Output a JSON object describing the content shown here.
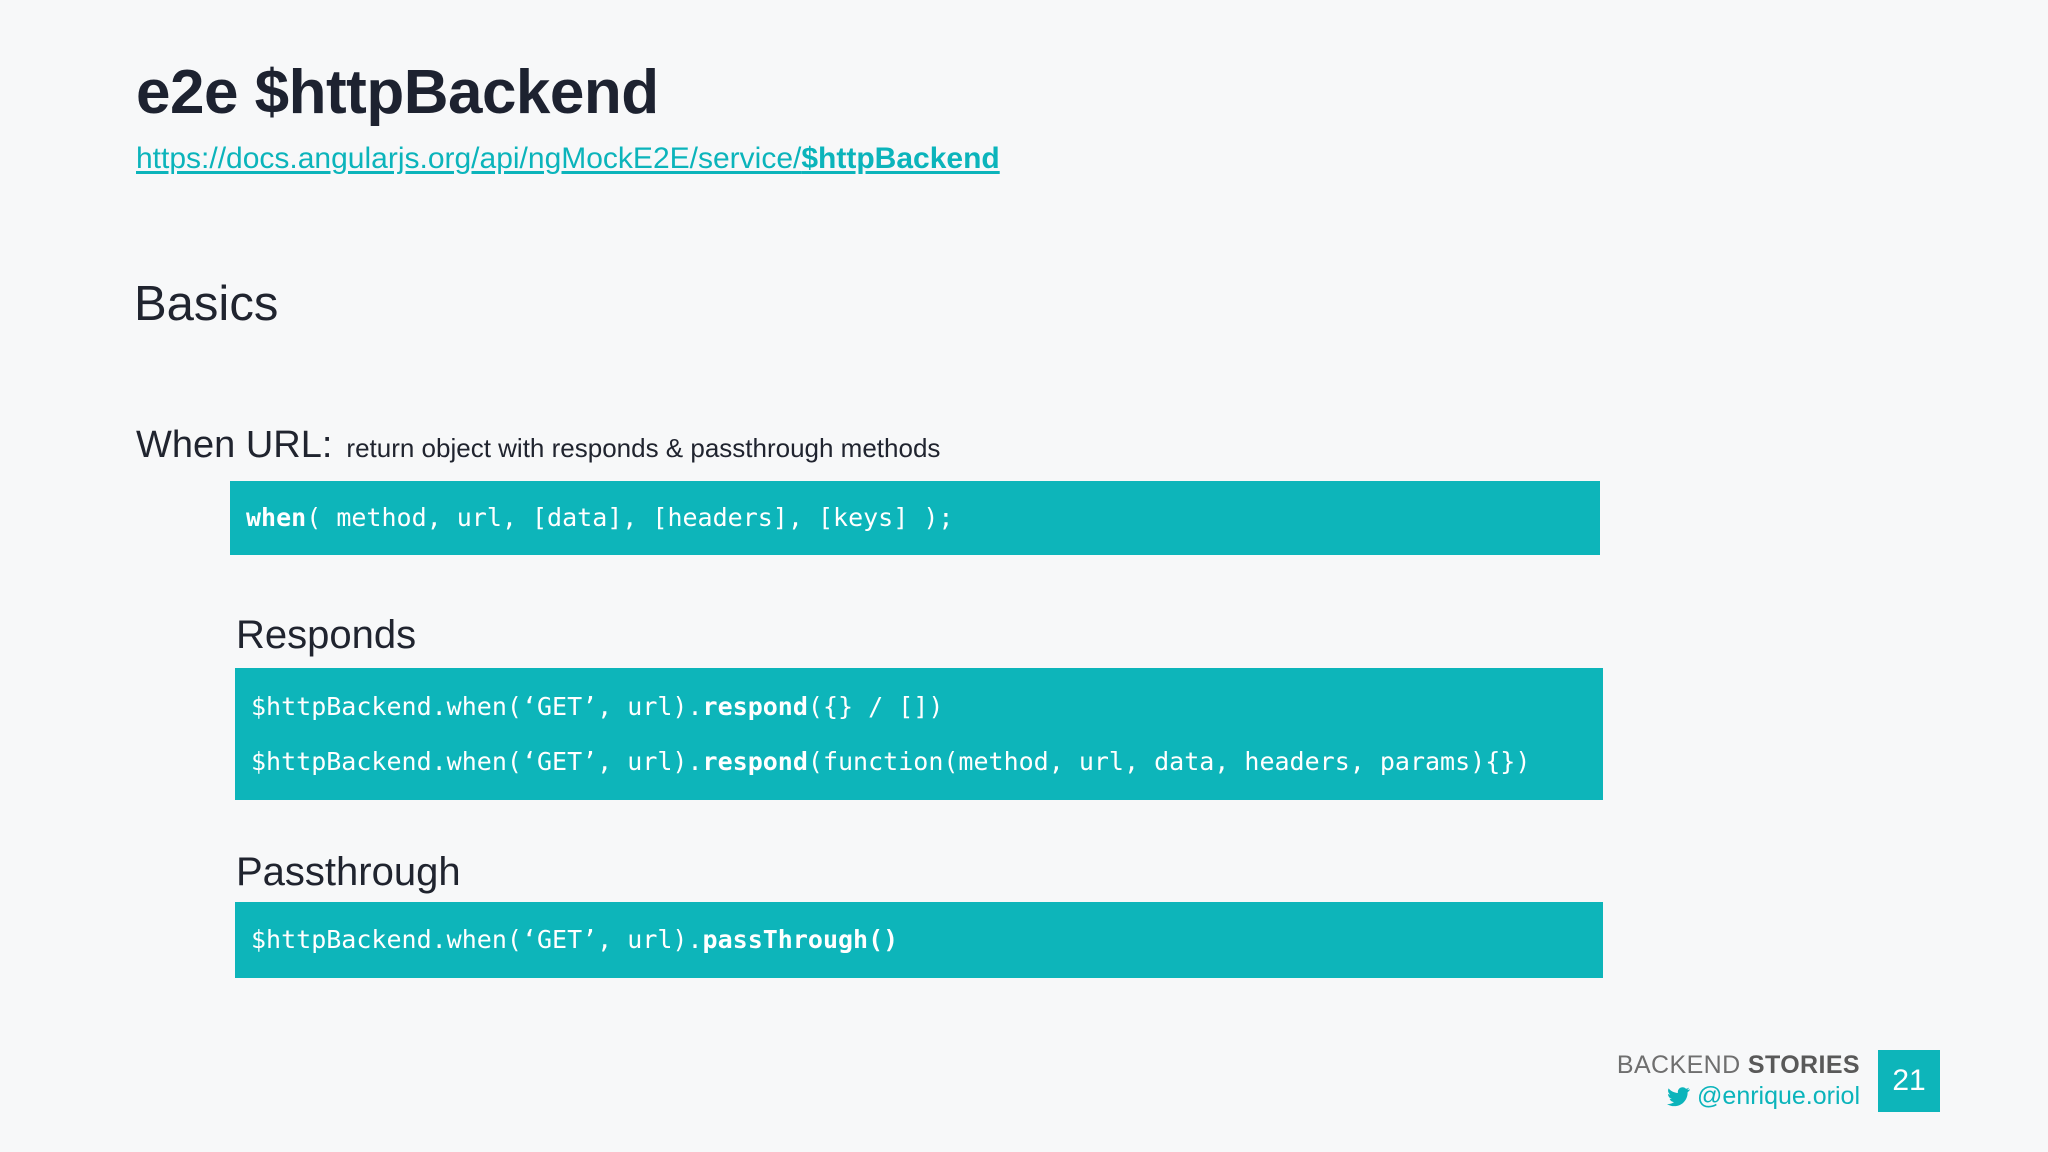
{
  "slide": {
    "title": "e2e $httpBackend",
    "link": {
      "prefix": "https://docs.angularjs.org/api/ngMockE2E/service/",
      "bold_suffix": "$httpBackend"
    },
    "section_heading": "Basics",
    "when_url": {
      "label": "When URL:",
      "description": "return object with responds & passthrough methods"
    },
    "code_when": {
      "bold_prefix": "when",
      "rest": "( method, url, [data], [headers], [keys] );"
    },
    "responds": {
      "heading": "Responds",
      "lines": [
        {
          "prefix": "$httpBackend.when(‘GET’, url).",
          "bold": "respond",
          "suffix": "({} / [])"
        },
        {
          "prefix": "$httpBackend.when(‘GET’, url).",
          "bold": "respond",
          "suffix": "(function(method, url, data, headers, params){})"
        }
      ]
    },
    "passthrough": {
      "heading": "Passthrough",
      "line": {
        "prefix": "$httpBackend.when(‘GET’, url).",
        "bold": "passThrough()",
        "suffix": ""
      }
    }
  },
  "footer": {
    "brand_regular": "BACKEND ",
    "brand_bold": "STORIES",
    "handle": "@enrique.oriol",
    "twitter_icon": "twitter-bird-icon",
    "page_number": "21"
  },
  "colors": {
    "accent_teal": "#0db5ba",
    "link_teal": "#0bb4bb",
    "background": "#f7f8f9",
    "text_dark": "#20242f",
    "brand_gray": "#6f6f6f"
  }
}
